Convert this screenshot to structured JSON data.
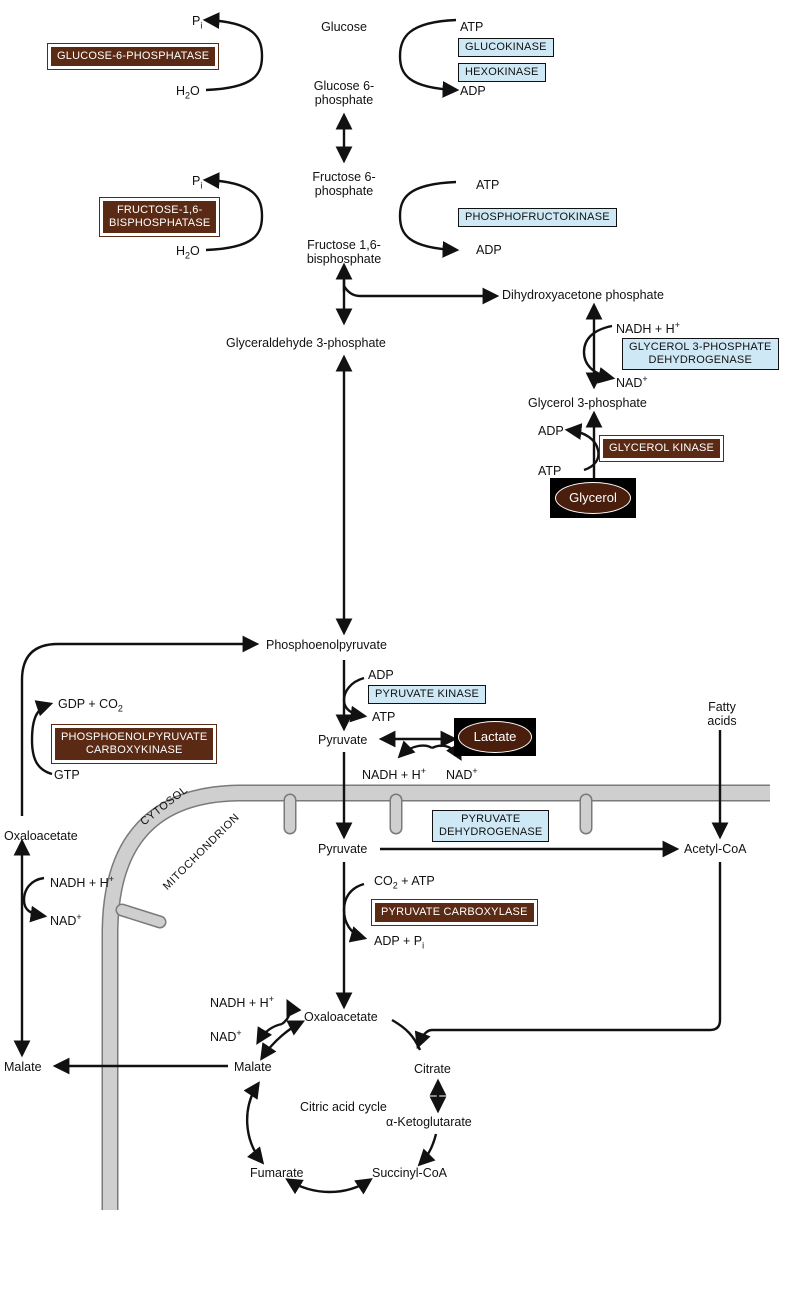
{
  "metabolites": {
    "glucose": "Glucose",
    "g6p": "Glucose 6-\nphosphate",
    "f6p": "Fructose 6-\nphosphate",
    "f16bp": "Fructose 1,6-\nbisphosphate",
    "dhap": "Dihydroxyacetone phosphate",
    "g3p_ald": "Glyceraldehyde 3-phosphate",
    "glycerol3p": "Glycerol 3-phosphate",
    "glycerol": "Glycerol",
    "pep": "Phosphoenolpyruvate",
    "pyruvate_cyt": "Pyruvate",
    "lactate": "Lactate",
    "oaa_cyt": "Oxaloacetate",
    "malate_cyt": "Malate",
    "pyruvate_mito": "Pyruvate",
    "acetylcoa": "Acetyl-CoA",
    "fatty_acids": "Fatty\nacids",
    "oaa_mito": "Oxaloacetate",
    "malate_mito": "Malate",
    "citrate": "Citrate",
    "akg": "α-Ketoglutarate",
    "succinylcoa": "Succinyl-CoA",
    "fumarate": "Fumarate",
    "tca": "Citric acid cycle"
  },
  "cofactors": {
    "pi_1": "P",
    "pi_1_sub": "i",
    "h2o_1": "H",
    "h2o_1_sub": "2",
    "h2o_1_tail": "O",
    "atp_1": "ATP",
    "adp_1": "ADP",
    "pi_2": "P",
    "pi_2_sub": "i",
    "h2o_2": "H",
    "h2o_2_sub": "2",
    "h2o_2_tail": "O",
    "atp_2": "ATP",
    "adp_2": "ADP",
    "nadh_1": "NADH + H",
    "nadh_1_sup": "+",
    "nad_1": "NAD",
    "nad_1_sup": "+",
    "adp_3": "ADP",
    "atp_3": "ATP",
    "adp_4": "ADP",
    "atp_4": "ATP",
    "gdp_co2": "GDP + CO",
    "gdp_co2_sub": "2",
    "gtp": "GTP",
    "nadh_2": "NADH + H",
    "nadh_2_sup": "+",
    "nad_2": "NAD",
    "nad_2_sup": "+",
    "nadh_3": "NADH + H",
    "nadh_3_sup": "+",
    "nad_3": "NAD",
    "nad_3_sup": "+",
    "co2_atp": "CO",
    "co2_atp_sub": "2",
    "co2_atp_tail": " + ATP",
    "adp_pi": "ADP + P",
    "adp_pi_sub": "i",
    "nadh_4": "NADH + H",
    "nadh_4_sup": "+",
    "nad_4": "NAD",
    "nad_4_sup": "+"
  },
  "enzymes": {
    "g6pase": "GLUCOSE-6-PHOSPHATASE",
    "glucokinase": "GLUCOKINASE",
    "hexokinase": "HEXOKINASE",
    "fbpase": "FRUCTOSE-1,6-\nBISPHOSPHATASE",
    "pfk": "PHOSPHOFRUCTOKINASE",
    "g3pdh": "GLYCEROL 3-PHOSPHATE\nDEHYDROGENASE",
    "glycerol_kinase": "GLYCEROL KINASE",
    "pyruvate_kinase": "PYRUVATE KINASE",
    "pepck": "PHOSPHOENOLPYRUVATE\nCARBOXYKINASE",
    "pdh": "PYRUVATE\nDEHYDROGENASE",
    "pyruvate_carboxylase": "PYRUVATE CARBOXYLASE"
  },
  "compartments": {
    "cytosol": "CYTOSOL",
    "mitochondrion": "MITOCHONDRION"
  },
  "colors": {
    "enzyme_brown": "#5a2a14",
    "enzyme_blue": "#cfe8f5",
    "membrane": "#c8c8c8",
    "line": "#111111"
  }
}
